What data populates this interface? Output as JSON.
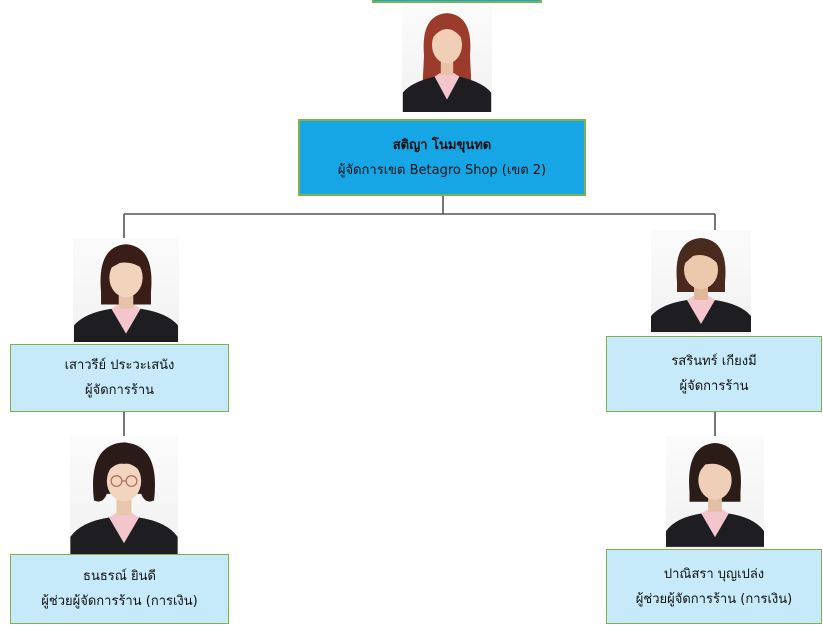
{
  "chart": {
    "top_manager": {
      "name": "สติญา โนมขุนทด",
      "title": "ผู้จัดการเขต Betagro Shop (เขต 2)"
    },
    "left_branch": {
      "manager": {
        "name": "เสาวรีย์ ประวะเสนัง",
        "title": "ผู้จัดการร้าน"
      },
      "assistant": {
        "name": "ธนธรณ์ ยินดี",
        "title": "ผู้ช่วยผู้จัดการร้าน (การเงิน)"
      }
    },
    "right_branch": {
      "manager": {
        "name": "รสรินทร์ เกียงมี",
        "title": "ผู้จัดการร้าน"
      },
      "assistant": {
        "name": "ปาณิสรา บุญเปล่ง",
        "title": "ผู้ช่วยผู้จัดการร้าน (การเงิน)"
      }
    }
  },
  "colors": {
    "main_box": "#16a6e6",
    "sub_box": "#c6eafa",
    "box_border": "#7fb24a",
    "suit": "#1e1e22",
    "shirt": "#f3c5cc"
  }
}
